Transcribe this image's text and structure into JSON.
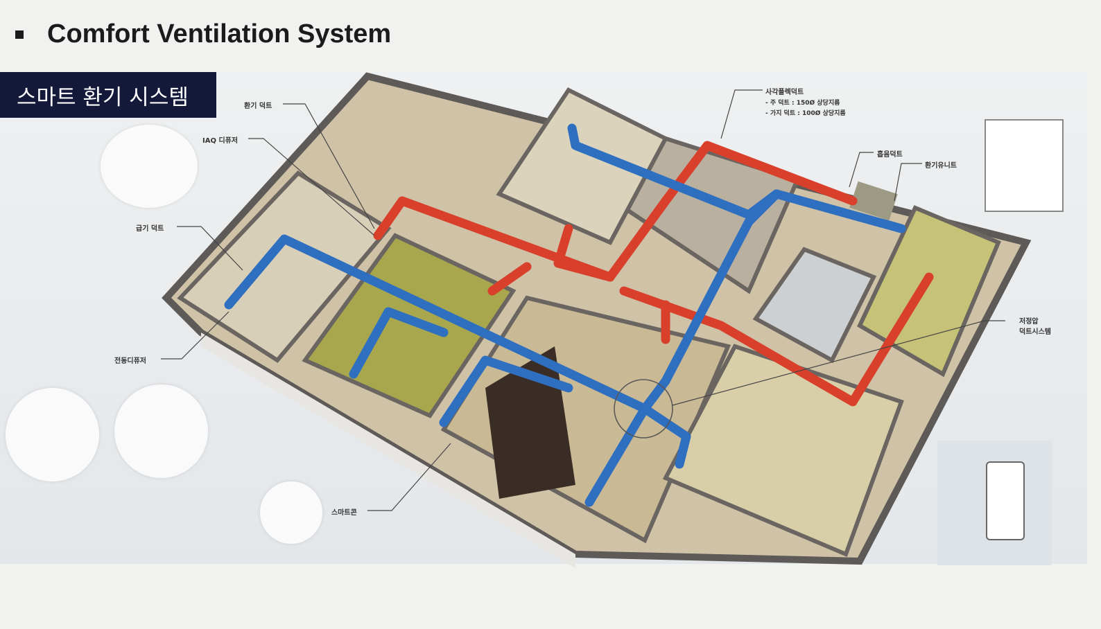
{
  "title": "Comfort Ventilation System",
  "badge": "스마트 환기 시스템",
  "labels": {
    "exhaust_duct": "환기 덕트",
    "iaq_diffuser": "IAQ 디퓨저",
    "supply_duct": "급기 덕트",
    "motor_diffuser": "전동디퓨저",
    "smart_con": "스마트콘",
    "flex_duct": "사각플렉덕트",
    "main_duct": "- 주 덕트 : 150Ø 상당지름",
    "branch_duct": "- 가지 덕트 : 100Ø 상당지름",
    "sound_duct": "흡음덕트",
    "vent_unit": "환기유니트",
    "low_pressure_1": "저정압",
    "low_pressure_2": "덕트시스템"
  },
  "colors": {
    "supply": "#2f6fc0",
    "exhaust": "#d9402c",
    "badge": "#14193a"
  }
}
